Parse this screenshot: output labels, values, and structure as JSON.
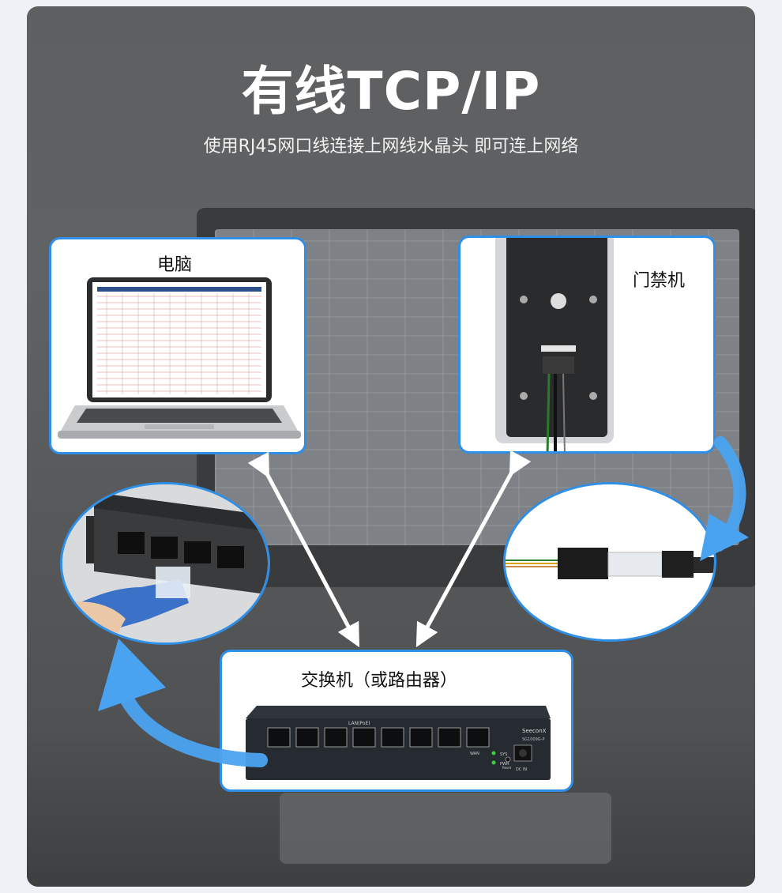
{
  "header": {
    "title": "有线TCP/IP",
    "subtitle": "使用RJ45网口线连接上网线水晶头 即可连上网络"
  },
  "cards": {
    "computer": {
      "label": "电脑"
    },
    "access_control": {
      "label": "门禁机"
    },
    "switch": {
      "label": "交换机（或路由器）"
    }
  },
  "switch_device": {
    "brand": "SeeconX",
    "model": "SG1009G-P",
    "port_group_label": "LAN(PoE)",
    "led_sys": "SYS",
    "led_pwr": "PWR",
    "reset": "Reset",
    "power": "DC IN",
    "wan": "WAN"
  },
  "colors": {
    "accent": "#2f8ee6",
    "arrow": "#4aa3f0"
  }
}
